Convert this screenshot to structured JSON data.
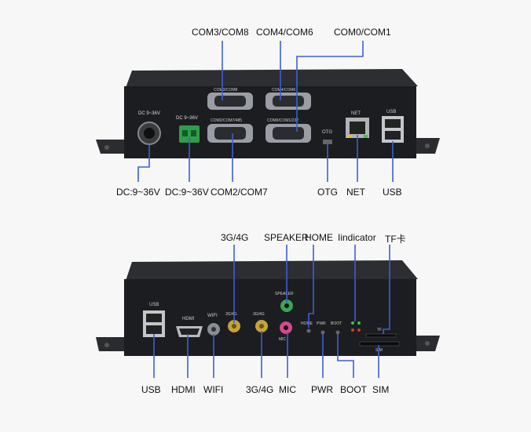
{
  "top_panel": {
    "callouts_top": [
      "COM3/COM8",
      "COM4/COM6",
      "COM0/COM1"
    ],
    "callouts_bottom": [
      "DC:9~36V",
      "DC:9~36V",
      "COM2/COM7",
      "OTG",
      "NET",
      "USB"
    ],
    "silk": {
      "dc_round": "DC 9~36V",
      "dc_terminal": "DC 9~36V",
      "com3_com8": "COM3/COM8",
      "com4_com6": "COM4/COM6",
      "com2_com7_485": "COM2/COM7/485",
      "com0_com1_232": "COM0/COM1/232",
      "otg": "OTG",
      "net": "NET",
      "usb": "USB"
    }
  },
  "bottom_panel": {
    "callouts_top": [
      "3G/4G",
      "SPEAKER",
      "HOME",
      "Iindicator",
      "TF卡"
    ],
    "callouts_bottom": [
      "USB",
      "HDMI",
      "WIFI",
      "3G/4G",
      "MIC",
      "PWR",
      "BOOT",
      "SIM"
    ],
    "silk": {
      "usb": "USB",
      "hdmi": "HDMI",
      "wifi": "WIFI",
      "g4_1": "3G/4G",
      "g4_2": "3G/4G",
      "speaker": "SPEAKER",
      "mic": "MIC",
      "home": "HOME",
      "pwr": "PWR",
      "boot": "BOOT",
      "tf": "TF",
      "sim": "SIM"
    }
  },
  "colors": {
    "chassis": "#1b1d20",
    "chassis_top": "#2a2c2f",
    "callout_line": "#3b5fd8",
    "terminal_green": "#2e9e4a",
    "audio_green": "#3aa655",
    "audio_pink": "#d9478a",
    "sma_gold": "#c8a23a"
  }
}
